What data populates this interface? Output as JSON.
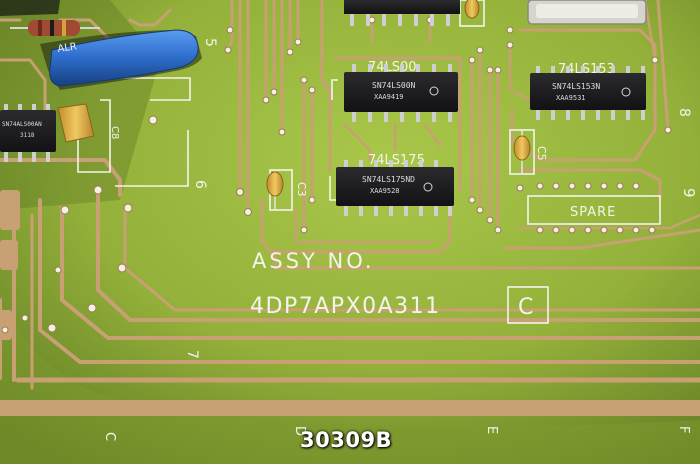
{
  "chips": [
    {
      "part": "74LS00",
      "top": "SN74LS00N",
      "code": "XAA9419"
    },
    {
      "part": "74LS153",
      "top": "SN74LS153N",
      "code": "XAA9531"
    },
    {
      "part": "74LS175",
      "top": "SN74LS175ND",
      "code": "XAA9528"
    },
    {
      "part": "",
      "top": "SN74ALS00AN",
      "code": "3118"
    }
  ],
  "silkscreen": {
    "assy_label": "ASSY NO.",
    "assy_number": "4DP7APX0A311",
    "revision": "C",
    "spare": "SPARE",
    "cap_c5": "C5",
    "cap_c3": "C3",
    "cap_c8": "C8",
    "mark_5": "5",
    "mark_6": "6",
    "mark_7": "7",
    "mark_8": "8",
    "mark_9": "9",
    "edge_c": "C",
    "edge_d": "D",
    "edge_e": "E",
    "edge_f": "F"
  },
  "sleeve_label": "ALR",
  "caption": "30309B",
  "colors": {
    "board": "#9cbb3c",
    "board_dark": "#3f5a14",
    "trace": "#c9a074",
    "silkscreen": "#f4f4ec",
    "chip": "#1c1c1e",
    "capacitor": "#e3b64a",
    "sleeve": "#2c6cc8"
  }
}
